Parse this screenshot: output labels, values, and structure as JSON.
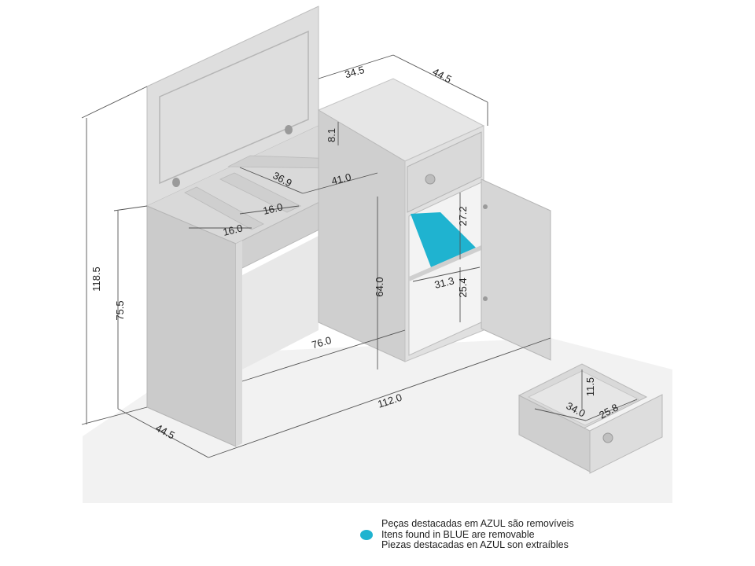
{
  "colors": {
    "background": "#ffffff",
    "floor": "#f1f1f1",
    "furniture_light": "#e2e2e2",
    "furniture_mid": "#d4d4d4",
    "furniture_dark": "#c2c2c2",
    "removable_blue": "#1fb3d0",
    "dimension_line": "#555555"
  },
  "dimensions": {
    "total_height": "118.5",
    "desk_height": "75.5",
    "depth_left": "44.5",
    "total_width": "112.0",
    "desk_width": "76.0",
    "cabinet_width_top": "34.5",
    "cabinet_depth_top": "44.5",
    "drawer_front_height": "8.1",
    "compartment_inner_left": "16.0",
    "compartment_inner_mid": "16.0",
    "compartment_inner_depth": "36.9",
    "tray_width": "41.0",
    "cabinet_height": "64.0",
    "niche_height": "27.2",
    "niche_width": "31.3",
    "lower_niche_height": "25.4",
    "drawer_height": "11.5",
    "drawer_width": "34.0",
    "drawer_depth": "25.8"
  },
  "legend": {
    "icon": "blue-dot-icon",
    "line_pt": "Peças destacadas em AZUL são removíveis",
    "line_en": "Itens found in BLUE are removable",
    "line_es": "Piezas destacadas en AZUL son extraíbles"
  }
}
